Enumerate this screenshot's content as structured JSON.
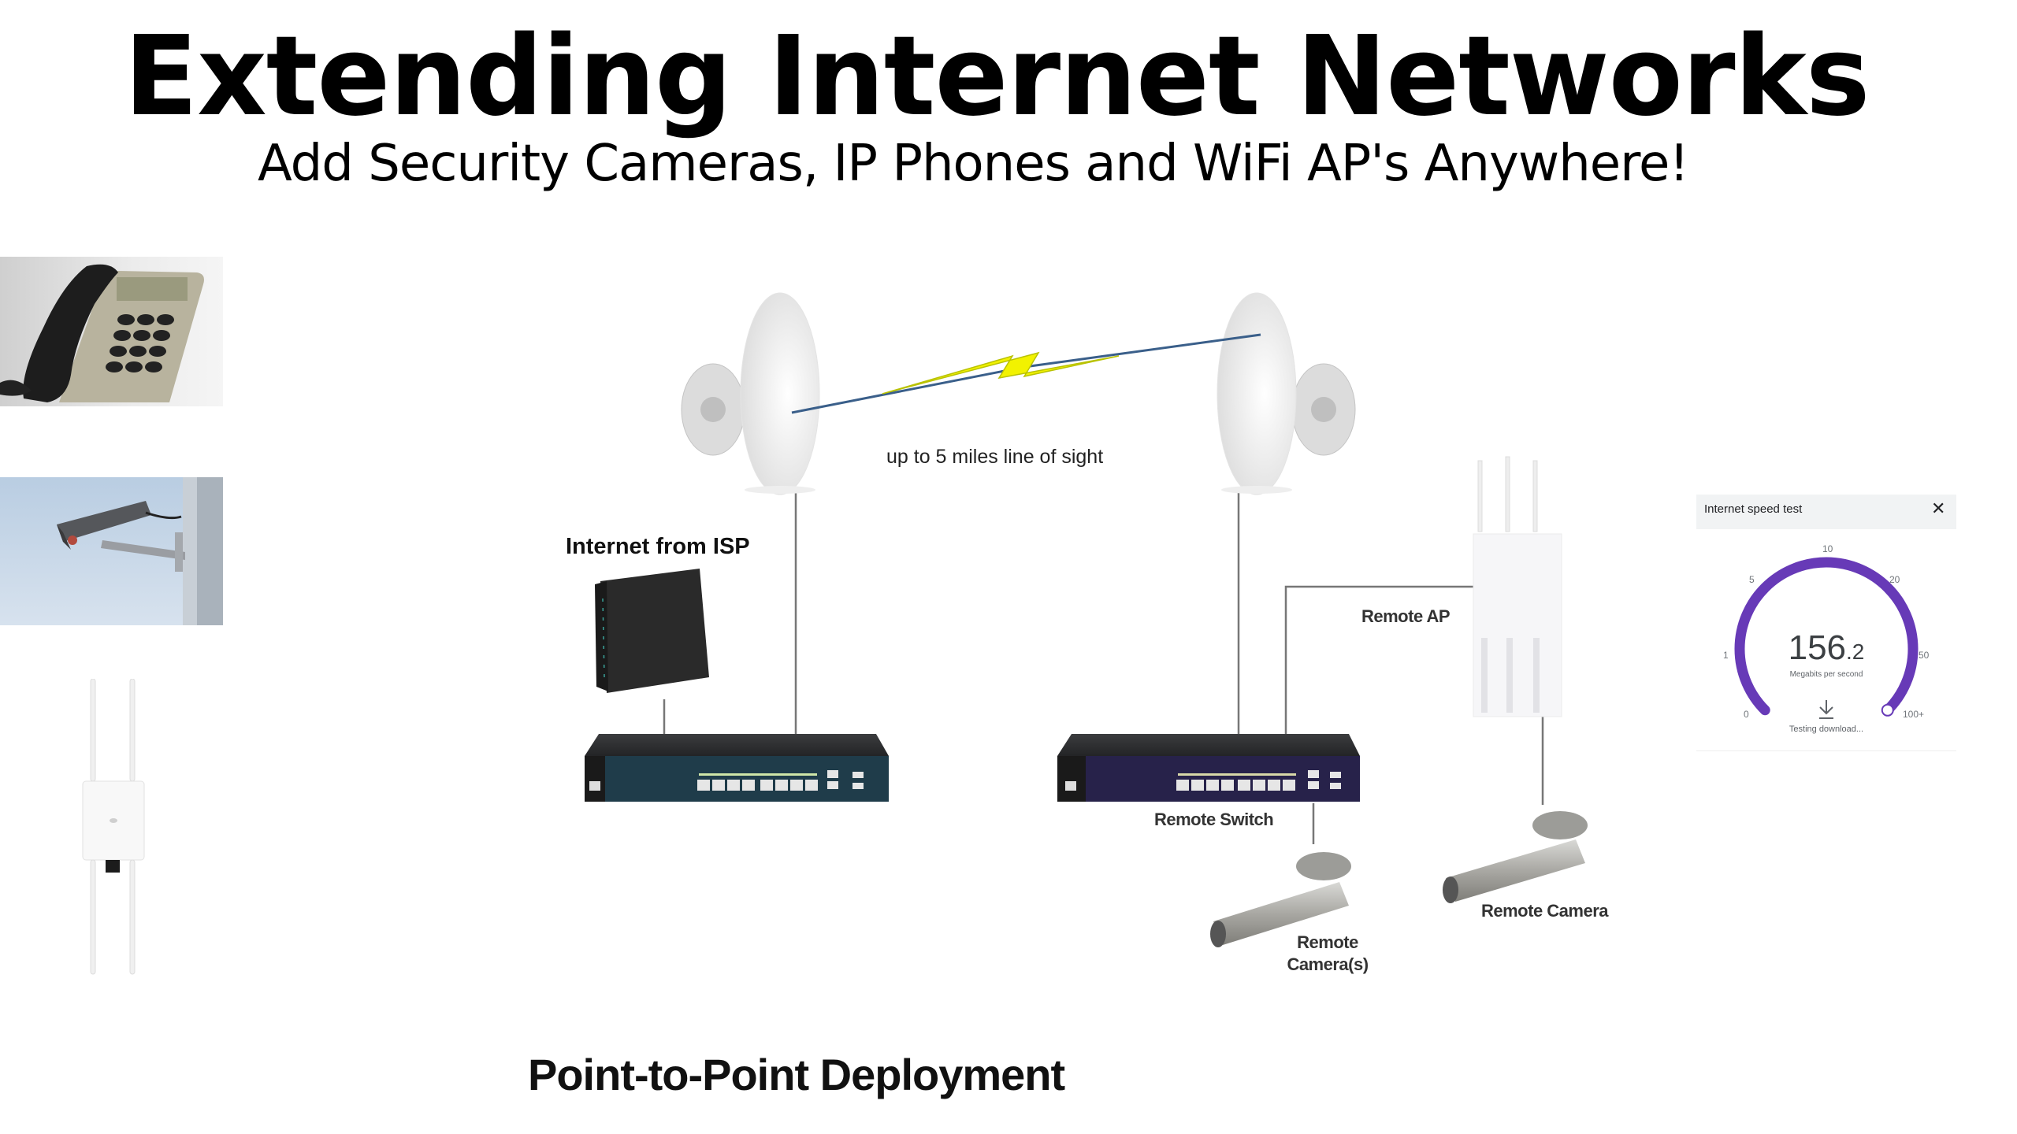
{
  "header": {
    "title": "Extending Internet Networks",
    "subtitle": "Add Security Cameras, IP Phones and WiFi AP's Anywhere!"
  },
  "side_images": [
    {
      "name": "ip-phone",
      "description": "IP desk phone"
    },
    {
      "name": "security-camera",
      "description": "Wall-mounted security camera"
    },
    {
      "name": "outdoor-access-point",
      "description": "Outdoor WiFi access point"
    }
  ],
  "diagram": {
    "link_label": "up to 5 miles line of sight",
    "isp_label": "Internet from ISP",
    "remote_ap_label": "Remote AP",
    "remote_switch_label": "Remote Switch",
    "remote_cameras_label_line1": "Remote",
    "remote_cameras_label_line2": "Camera(s)",
    "remote_camera_label": "Remote Camera",
    "footer_label": "Point-to-Point Deployment",
    "colors": {
      "link_line": "#3a5f8a",
      "lightning": "#f2f200",
      "lightning_outline": "#b9c200",
      "cable": "#777777",
      "isp_switch_panel": "#1f3c4a",
      "remote_switch_panel": "#27224a"
    }
  },
  "speed_test": {
    "title": "Internet speed test",
    "close_icon": "close-icon",
    "value_int": "156",
    "value_dec": ".2",
    "unit": "Megabits per second",
    "status": "Testing download...",
    "scale_ticks": [
      "0",
      "1",
      "5",
      "10",
      "20",
      "50",
      "100+"
    ],
    "progress_fraction": 1.0,
    "accent_color": "#673ab7"
  }
}
